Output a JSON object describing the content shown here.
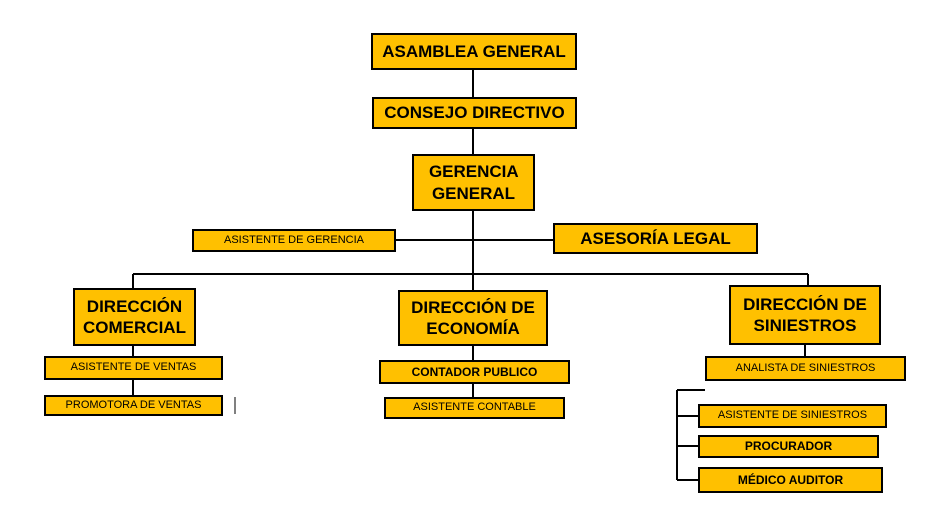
{
  "colors": {
    "box_fill": "#FFC000",
    "line": "#000000"
  },
  "org": {
    "asamblea": "ASAMBLEA GENERAL",
    "consejo": "CONSEJO DIRECTIVO",
    "gerencia": "GERENCIA GENERAL",
    "asistente_gerencia": "ASISTENTE DE GERENCIA",
    "asesoria": "ASESORÍA LEGAL",
    "comercial": {
      "title": "DIRECCIÓN COMERCIAL",
      "asistente": "ASISTENTE DE VENTAS",
      "promotora": "PROMOTORA DE VENTAS"
    },
    "economia": {
      "title": "DIRECCIÓN DE ECONOMÍA",
      "contador": "CONTADOR PUBLICO",
      "asistente": "ASISTENTE CONTABLE"
    },
    "siniestros": {
      "title": "DIRECCIÓN DE SINIESTROS",
      "analista": "ANALISTA DE SINIESTROS",
      "asistente": "ASISTENTE DE SINIESTROS",
      "procurador": "PROCURADOR",
      "medico": "MÉDICO AUDITOR"
    }
  }
}
